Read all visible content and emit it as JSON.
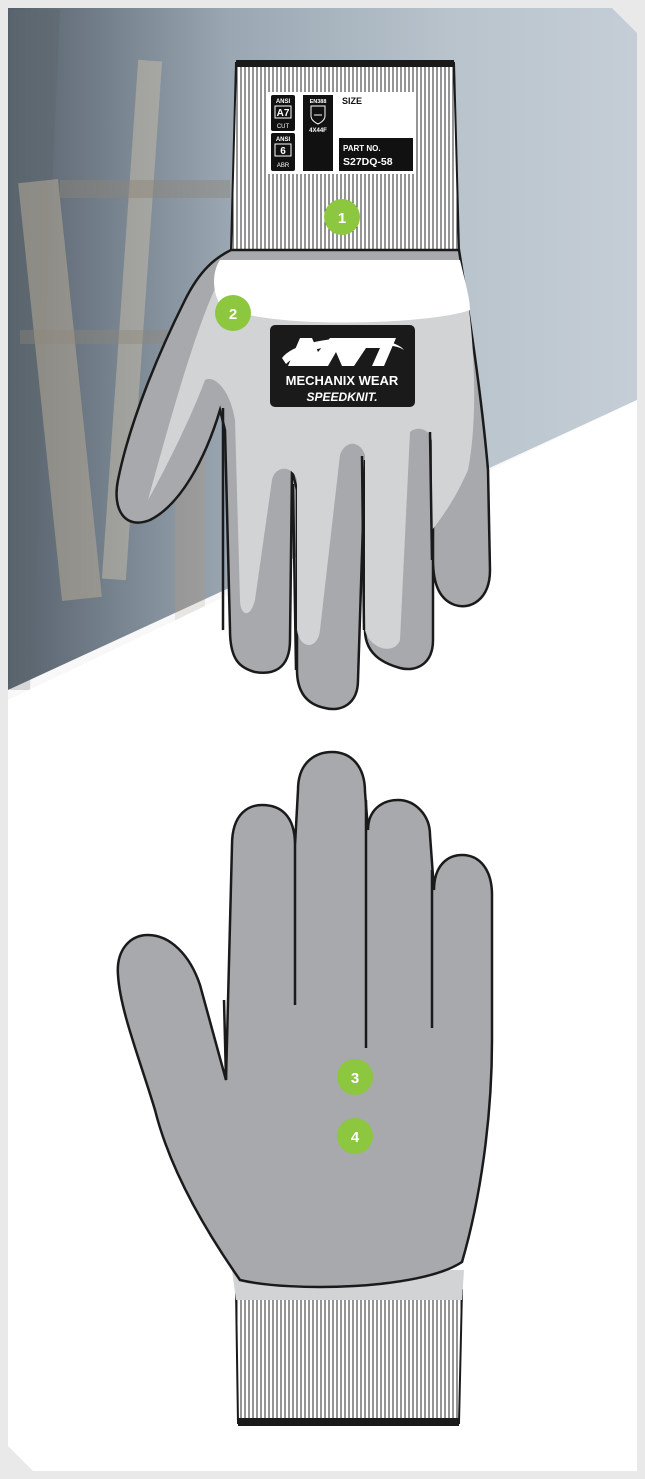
{
  "colors": {
    "hotspot": "#8dc63f",
    "glove_gray": "#a7a9ac",
    "glove_light": "#d1d3d4",
    "outline": "#1a1a1a",
    "cuff": "#ffffff"
  },
  "tag": {
    "ansi_cut_header": "ANSI",
    "ansi_cut_level": "A7",
    "ansi_cut_sub": "CUT",
    "ansi_abr_header": "ANSI",
    "ansi_abr_level": "6",
    "ansi_abr_sub": "ABR",
    "en388_header": "EN388",
    "en388_code": "4X44F",
    "size_label": "SIZE",
    "part_label": "PART NO.",
    "part_number": "S27DQ-58"
  },
  "logo": {
    "brand": "MECHANIX WEAR",
    "product": "SPEEDKNIT."
  },
  "hotspots": [
    {
      "label": "1"
    },
    {
      "label": "2"
    },
    {
      "label": "3"
    },
    {
      "label": "4"
    }
  ]
}
